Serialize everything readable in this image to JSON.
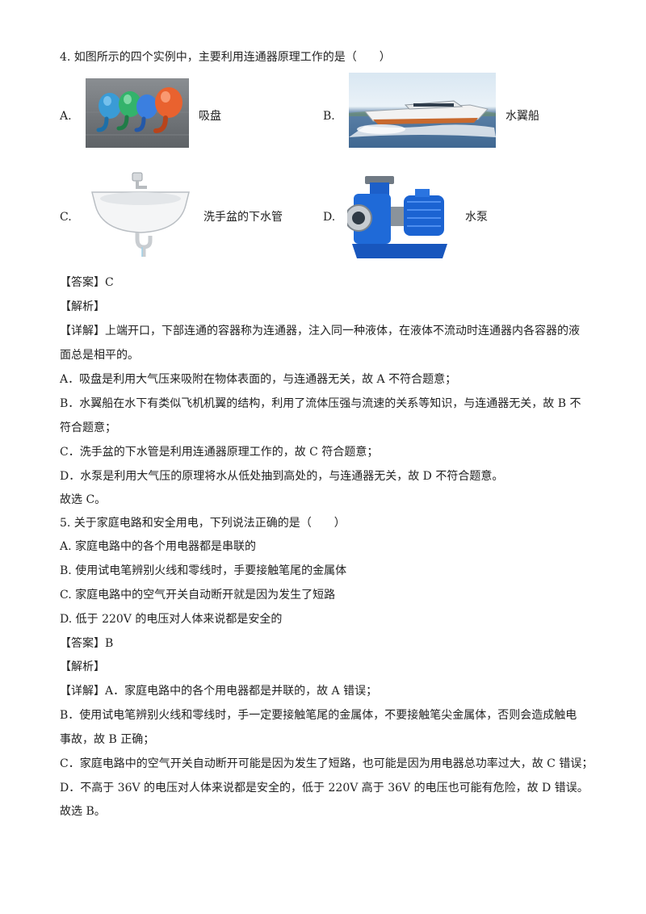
{
  "q4": {
    "stem": "4. 如图所示的四个实例中，主要利用连通器原理工作的是（　　）",
    "options": [
      {
        "letter": "A.",
        "label": "吸盘"
      },
      {
        "letter": "B.",
        "label": "水翼船"
      },
      {
        "letter": "C.",
        "label": "洗手盆的下水管"
      },
      {
        "letter": "D.",
        "label": "水泵"
      }
    ],
    "answer": "【答案】C",
    "analysis_title": "【解析】",
    "analysis": [
      "【详解】上端开口，下部连通的容器称为连通器，注入同一种液体，在液体不流动时连通器内各容器的液",
      "面总是相平的。",
      "A．吸盘是利用大气压来吸附在物体表面的，与连通器无关，故 A 不符合题意；",
      "B．水翼船在水下有类似飞机机翼的结构，利用了流体压强与流速的关系等知识，与连通器无关，故 B 不",
      "符合题意；",
      "C．洗手盆的下水管是利用连通器原理工作的，故 C 符合题意；",
      "D．水泵是利用大气压的原理将水从低处抽到高处的，与连通器无关，故 D 不符合题意。",
      "故选 C。"
    ]
  },
  "q5": {
    "stem": "5. 关于家庭电路和安全用电，下列说法正确的是（　　）",
    "options": [
      "A. 家庭电路中的各个用电器都是串联的",
      "B. 使用试电笔辨别火线和零线时，手要接触笔尾的金属体",
      "C. 家庭电路中的空气开关自动断开就是因为发生了短路",
      "D. 低于 220V 的电压对人体来说都是安全的"
    ],
    "answer": "【答案】B",
    "analysis_title": "【解析】",
    "analysis": [
      "【详解】A．家庭电路中的各个用电器都是并联的，故 A 错误；",
      "B．使用试电笔辨别火线和零线时，手一定要接触笔尾的金属体，不要接触笔尖金属体，否则会造成触电",
      "事故，故 B 正确；",
      "C．家庭电路中的空气开关自动断开可能是因为发生了短路，也可能是因为用电器总功率过大，故 C 错误；",
      "D．不高于 36V 的电压对人体来说都是安全的，低于 220V 高于 36V 的电压也可能有危险，故 D 错误。",
      "故选 B。"
    ]
  }
}
